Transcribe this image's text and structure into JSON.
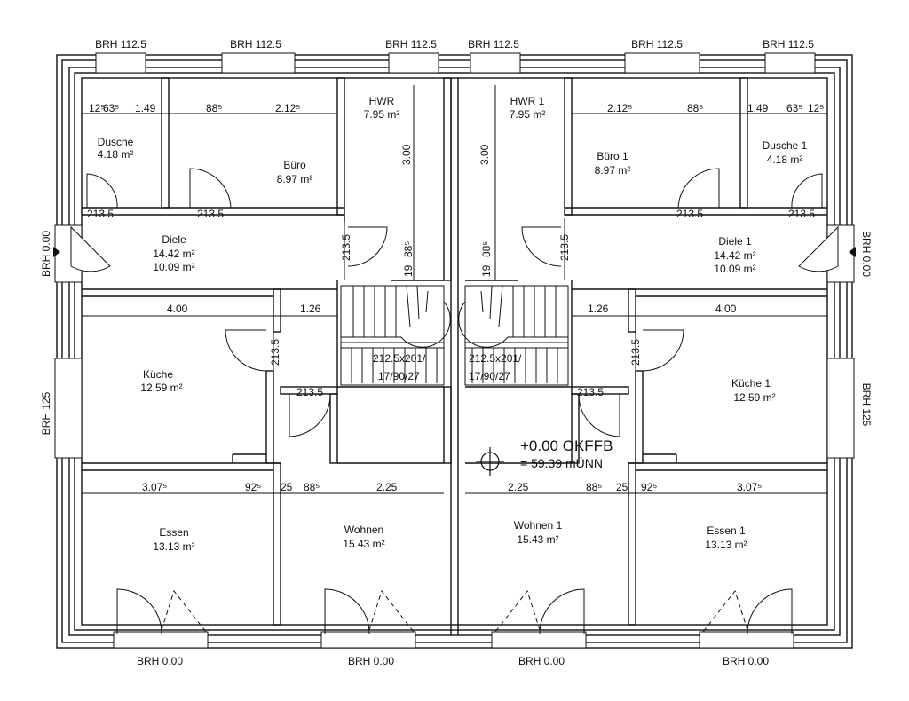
{
  "brh_labels": {
    "top": [
      "BRH 112.5",
      "BRH 112.5",
      "BRH 112.5",
      "BRH 112.5",
      "BRH 112.5",
      "BRH 112.5"
    ],
    "bottom": [
      "BRH 0.00",
      "BRH 0.00",
      "BRH 0.00",
      "BRH 0.00"
    ],
    "left": [
      "BRH 0.00",
      "BRH 125"
    ],
    "right": [
      "BRH 0.00",
      "BRH 125"
    ]
  },
  "rooms_left": [
    {
      "name": "Dusche",
      "area": "4.18 m²"
    },
    {
      "name": "Büro",
      "area": "8.97 m²"
    },
    {
      "name": "HWR",
      "area": "7.95 m²"
    },
    {
      "name": "Diele",
      "area": "14.42 m²",
      "area2": "10.09 m²"
    },
    {
      "name": "Küche",
      "area": "12.59 m²"
    },
    {
      "name": "Essen",
      "area": "13.13 m²"
    },
    {
      "name": "Wohnen",
      "area": "15.43 m²"
    }
  ],
  "rooms_right": [
    {
      "name": "Dusche 1",
      "area": "4.18 m²"
    },
    {
      "name": "Büro 1",
      "area": "8.97 m²"
    },
    {
      "name": "HWR 1",
      "area": "7.95 m²"
    },
    {
      "name": "Diele 1",
      "area": "14.42 m²",
      "area2": "10.09 m²"
    },
    {
      "name": "Küche 1",
      "area": "12.59 m²"
    },
    {
      "name": "Essen 1",
      "area": "13.13 m²"
    },
    {
      "name": "Wohnen 1",
      "area": "15.43 m²"
    }
  ],
  "dims": {
    "d125": "12⁵",
    "d635": "63⁵",
    "d149": "1.49",
    "d885": "88⁵",
    "d2125": "2.12⁵",
    "d300": "3.00",
    "d2135": "213.5",
    "d400": "4.00",
    "d126": "1.26",
    "d3075": "3.07⁵",
    "d925": "92⁵",
    "d25": "25",
    "d225": "2.25",
    "d19": "19",
    "d885b": "88⁵"
  },
  "stairs": {
    "left": "21 2.5 x 201 / 17/90/27",
    "right": "21 2.5 x 201 / 17/90/27",
    "label1": "212.5x201/",
    "label2": "17/90/27"
  },
  "level": {
    "line1": "+0.00 OKFFB",
    "line2": "= 59.39 mÜNN"
  }
}
